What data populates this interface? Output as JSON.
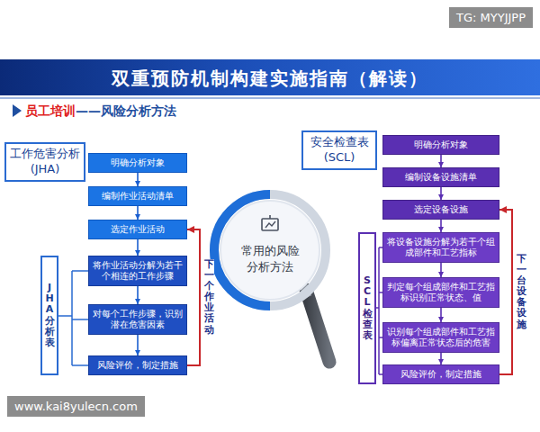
{
  "diagram": {
    "title": "双重预防机制构建实施指南（解读）",
    "nodes": [
      {
        "text": [
          "工作危害分析 (JHA)"
        ]
      },
      {
        "text": [
          "明确分析对象"
        ]
      },
      {
        "text": [
          "编制作业活动清单"
        ]
      },
      {
        "text": [
          "选定作业活动"
        ]
      },
      {
        "text": [
          "将作业活动分解为若干个相连的工作步骤"
        ]
      },
      {
        "text": [
          "对每个工作步骤，识别潜在危害因素"
        ]
      },
      {
        "text": [
          "风险评价，制定措施"
        ]
      },
      {
        "text": [
          "JHA分析表"
        ]
      },
      {
        "text": [
          "常用的风险分析方法"
        ]
      },
      {
        "text": [
          "安全检查表 (SCL)"
        ]
      },
      {
        "text": [
          "明确分析对象"
        ]
      },
      {
        "text": [
          "编制设备设施清单"
        ]
      },
      {
        "text": [
          "选定设备设施"
        ]
      },
      {
        "text": [
          "将设备设施分解为若干个组成部件和工艺指标"
        ]
      },
      {
        "text": [
          "判定每个组成部件和工艺指标识别正常状态、值"
        ]
      },
      {
        "text": [
          "识别每个组成部件和工艺指标偏离正常状态后的危害"
        ]
      },
      {
        "text": [
          "风险评价，制定措施"
        ]
      },
      {
        "text": [
          "SCL检查表"
        ]
      }
    ],
    "edges": [
      {
        "from": 1,
        "to": 2,
        "arrow": "to"
      },
      {
        "from": 2,
        "to": 3,
        "arrow": "to"
      },
      {
        "from": 3,
        "to": 4,
        "arrow": "to"
      },
      {
        "from": 4,
        "to": 5,
        "arrow": "to"
      },
      {
        "from": 5,
        "to": 6,
        "arrow": "to"
      },
      {
        "from": 6,
        "to": 3,
        "label": "下一个作业活动",
        "arrow": "to"
      },
      {
        "from": 10,
        "to": 11,
        "arrow": "to"
      },
      {
        "from": 11,
        "to": 12,
        "arrow": "to"
      },
      {
        "from": 12,
        "to": 13,
        "arrow": "to"
      },
      {
        "from": 13,
        "to": 14,
        "arrow": "to"
      },
      {
        "from": 14,
        "to": 15,
        "arrow": "to"
      },
      {
        "from": 15,
        "to": 16,
        "arrow": "to"
      },
      {
        "from": 16,
        "to": 12,
        "label": "下一台设备设施",
        "arrow": "to"
      }
    ],
    "labels": [
      "员工培训",
      "——风险分析方法",
      "TG: MYYJJPP",
      "www.kai8yulecn.com"
    ]
  }
}
